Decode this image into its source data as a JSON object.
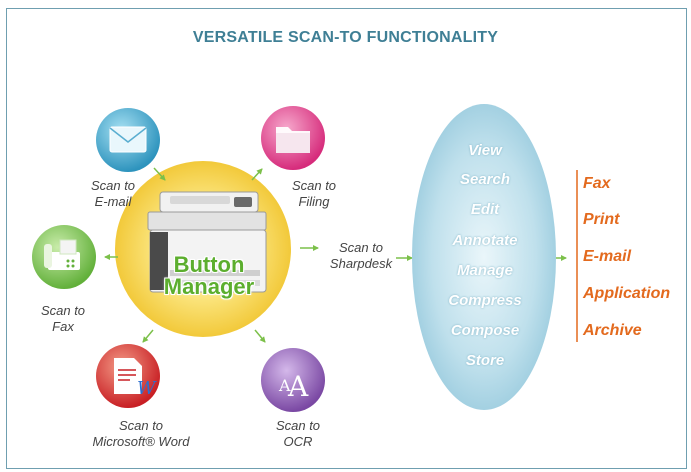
{
  "title": "VERSATILE SCAN-TO FUNCTIONALITY",
  "center": {
    "line1": "Button",
    "line2": "Manager"
  },
  "spokes": {
    "email": {
      "line1": "Scan to",
      "line2": "E-mail",
      "icon": "envelope-icon"
    },
    "filing": {
      "line1": "Scan to",
      "line2": "Filing",
      "icon": "folder-icon"
    },
    "fax": {
      "line1": "Scan to",
      "line2": "Fax",
      "icon": "fax-machine-icon"
    },
    "word": {
      "line1": "Scan to",
      "line2": "Microsoft® Word",
      "icon": "word-document-icon"
    },
    "ocr": {
      "line1": "Scan to",
      "line2": "OCR",
      "icon": "ocr-letters-icon"
    },
    "sharpdesk": {
      "line1": "Scan to",
      "line2": "Sharpdesk"
    }
  },
  "sharpdesk_functions": [
    "View",
    "Search",
    "Edit",
    "Annotate",
    "Manage",
    "Compress",
    "Compose",
    "Store"
  ],
  "destinations": [
    "Fax",
    "Print",
    "E-mail",
    "Application",
    "Archive"
  ],
  "colors": {
    "title": "#3f7f95",
    "frame": "#6f9fb0",
    "arrow": "#7cc04a",
    "center_glow": "#f5d347",
    "email_circle": "#3ea6c8",
    "filing_circle": "#e0408a",
    "fax_circle": "#7cc04a",
    "word_circle": "#d8262a",
    "ocr_circle": "#8a5ab0",
    "oval": "#a8d3e3",
    "destination": "#e36a1e"
  }
}
